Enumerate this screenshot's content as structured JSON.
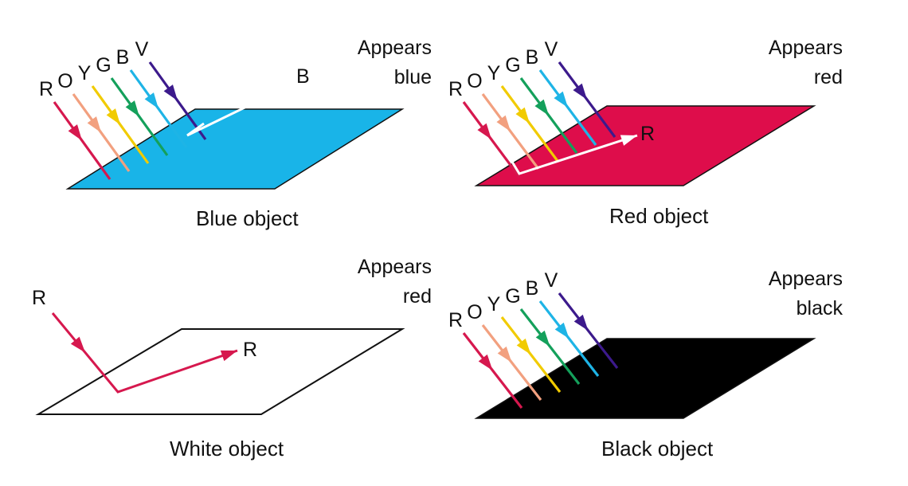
{
  "colors": {
    "R": "#d6184e",
    "O": "#f2a07f",
    "Y": "#f1cb00",
    "G": "#14a05b",
    "B": "#1eb4e6",
    "V": "#3c1a8c",
    "blue_surface": "#19b4e8",
    "red_surface": "#de0d4b",
    "white_surface": "#ffffff",
    "black_surface": "#000000",
    "reflect_arrow": "#ffffff",
    "outline": "#111111"
  },
  "ray_letters": [
    "R",
    "O",
    "Y",
    "G",
    "B",
    "V"
  ],
  "panels": {
    "blue": {
      "caption": "Blue object",
      "appears_line1": "Appears",
      "appears_line2": "blue",
      "reflected_label": "B",
      "reflected_color": "B"
    },
    "red": {
      "caption": "Red object",
      "appears_line1": "Appears",
      "appears_line2": "red",
      "reflected_label": "R",
      "reflected_color": "R"
    },
    "white": {
      "caption": "White object",
      "appears_line1": "Appears",
      "appears_line2": "red",
      "incident_label": "R",
      "reflected_label": "R",
      "ray_color": "R"
    },
    "black": {
      "caption": "Black object",
      "appears_line1": "Appears",
      "appears_line2": "black"
    }
  }
}
